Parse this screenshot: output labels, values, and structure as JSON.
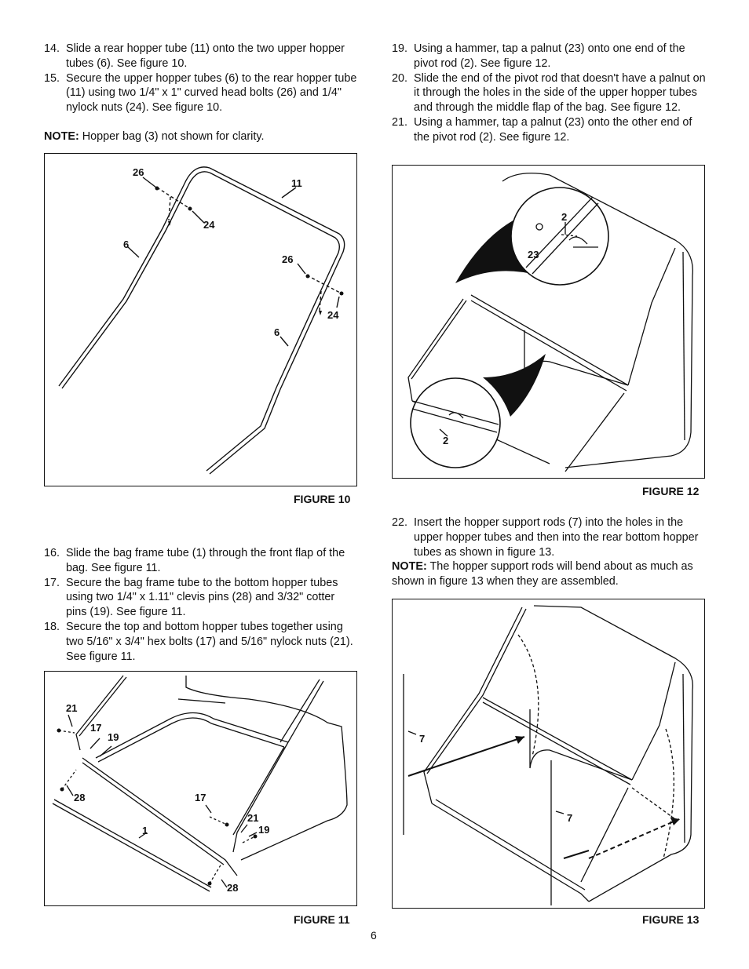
{
  "left_top": {
    "steps": [
      {
        "n": "14.",
        "t": "Slide a rear hopper tube (11) onto the two upper hopper tubes (6). See figure 10."
      },
      {
        "n": "15.",
        "t": "Secure the upper hopper tubes (6) to the rear hopper tube (11) using two 1/4\" x 1\" curved head bolts (26) and 1/4\" nylock nuts (24). See figure 10."
      }
    ],
    "note_label": "NOTE:",
    "note_text": " Hopper bag (3) not shown for clarity."
  },
  "right_top": {
    "steps": [
      {
        "n": "19.",
        "t": "Using a hammer, tap a palnut (23) onto one end of the pivot rod (2). See figure 12."
      },
      {
        "n": "20.",
        "t": "Slide the end of the pivot rod that doesn't have a palnut on it through the holes in the side of the upper hopper tubes and through the middle flap of the bag. See figure 12."
      },
      {
        "n": "21.",
        "t": "Using a hammer, tap a palnut (23) onto the other end of the pivot rod (2). See figure 12."
      }
    ]
  },
  "left_mid": {
    "steps": [
      {
        "n": "16.",
        "t": "Slide the bag frame tube (1) through the front flap of the bag. See figure 11."
      },
      {
        "n": "17.",
        "t": "Secure the bag frame tube to the bottom hopper tubes using two 1/4\" x 1.11\" clevis pins (28) and 3/32\" cotter pins (19). See figure 11."
      },
      {
        "n": "18.",
        "t": "Secure the top and bottom hopper tubes together using two 5/16\" x 3/4\" hex bolts (17) and 5/16\" nylock nuts (21). See figure 11."
      }
    ]
  },
  "right_mid": {
    "steps": [
      {
        "n": "22.",
        "t": "Insert the hopper support rods (7) into the holes in the upper hopper tubes and then into the rear bottom hopper tubes as shown in figure 13."
      }
    ],
    "note_label": "NOTE:",
    "note_text": " The hopper support rods will bend about as much as shown in figure 13 when they are assembled."
  },
  "figures": {
    "fig10": {
      "caption": "FIGURE 10",
      "labels": {
        "a": "26",
        "b": "11",
        "c": "24",
        "d": "6",
        "e": "26",
        "f": "24",
        "g": "6"
      }
    },
    "fig12": {
      "caption": "FIGURE 12",
      "labels": {
        "a": "2",
        "b": "23",
        "c": "2"
      }
    },
    "fig11": {
      "caption": "FIGURE 11",
      "labels": {
        "a": "21",
        "b": "17",
        "c": "19",
        "d": "28",
        "e": "17",
        "f": "21",
        "g": "19",
        "h": "1",
        "i": "28"
      }
    },
    "fig13": {
      "caption": "FIGURE 13",
      "labels": {
        "a": "7",
        "b": "7"
      }
    }
  },
  "page_number": "6"
}
